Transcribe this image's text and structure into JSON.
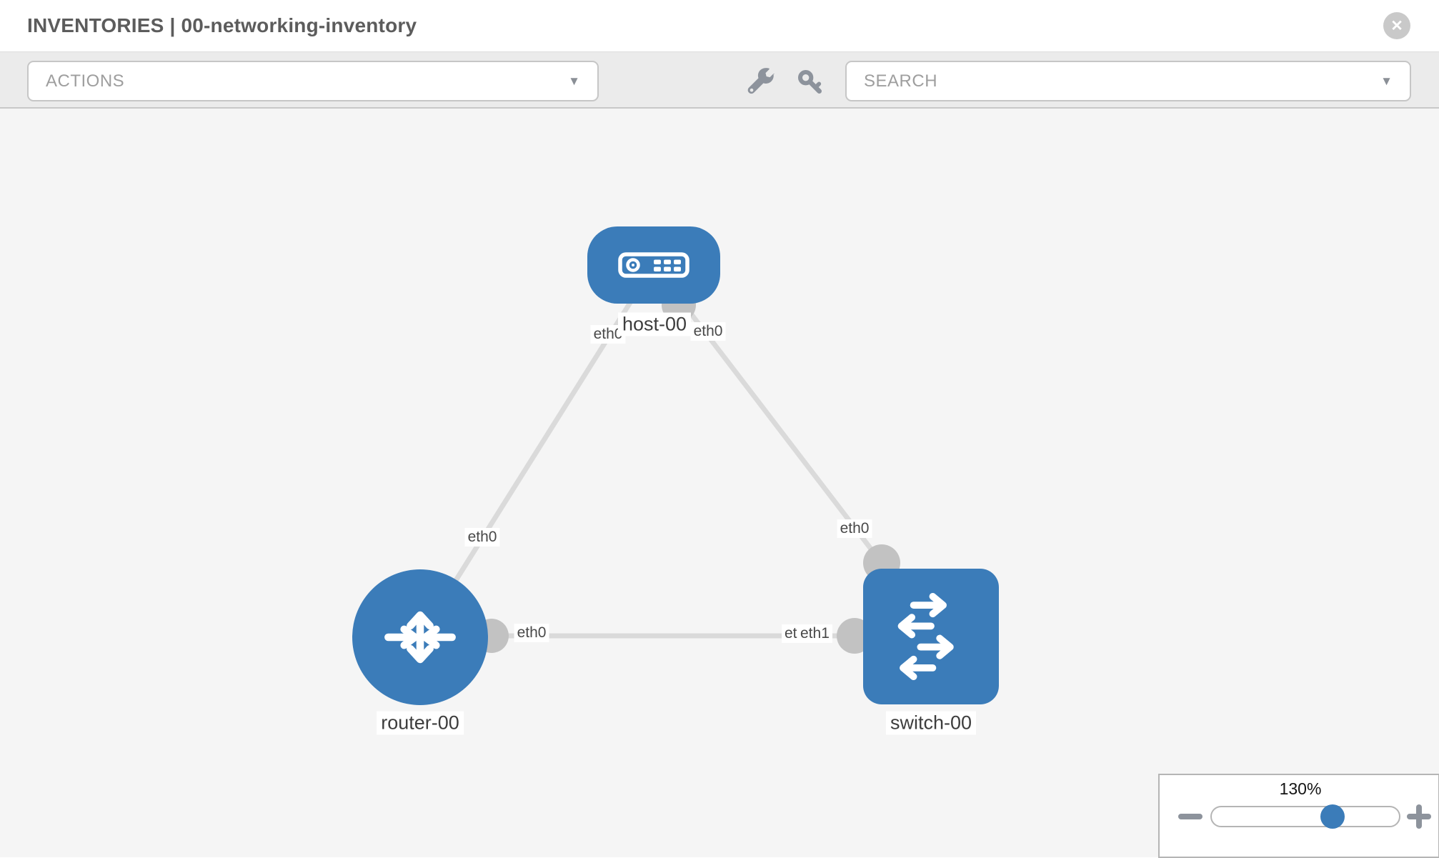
{
  "header": {
    "title": "INVENTORIES | 00-networking-inventory"
  },
  "icons": {
    "close": "✕",
    "caret": "▼"
  },
  "toolbar": {
    "actions_label": "ACTIONS",
    "search_placeholder": "SEARCH"
  },
  "topology": {
    "nodes": [
      {
        "label": "host-00",
        "type": "host"
      },
      {
        "label": "router-00",
        "type": "router"
      },
      {
        "label": "switch-00",
        "type": "switch"
      }
    ],
    "links": [
      {
        "from": "host-00",
        "to": "router-00",
        "from_iface": "eth0",
        "to_iface": "eth0"
      },
      {
        "from": "host-00",
        "to": "switch-00",
        "from_iface": "eth0",
        "to_iface": "eth0"
      },
      {
        "from": "router-00",
        "to": "switch-00",
        "from_iface": "eth0",
        "to_iface": "eth1"
      }
    ],
    "iface_labels": {
      "host_router_at_host": "eth0",
      "host_router_at_router": "eth0",
      "host_switch_at_host": "eth0",
      "host_switch_at_switch": "eth0",
      "router_switch_at_router": "eth0",
      "router_switch_at_switch_under": "eth0",
      "router_switch_at_switch_over": "eth1"
    }
  },
  "zoom_control": {
    "level": "130%"
  },
  "colors": {
    "node_blue": "#3b7cb9",
    "link_gray": "#dadada",
    "connector_gray": "#c2c2c2",
    "toolbar_bg": "#ebebeb",
    "canvas_bg": "#f5f5f5"
  }
}
